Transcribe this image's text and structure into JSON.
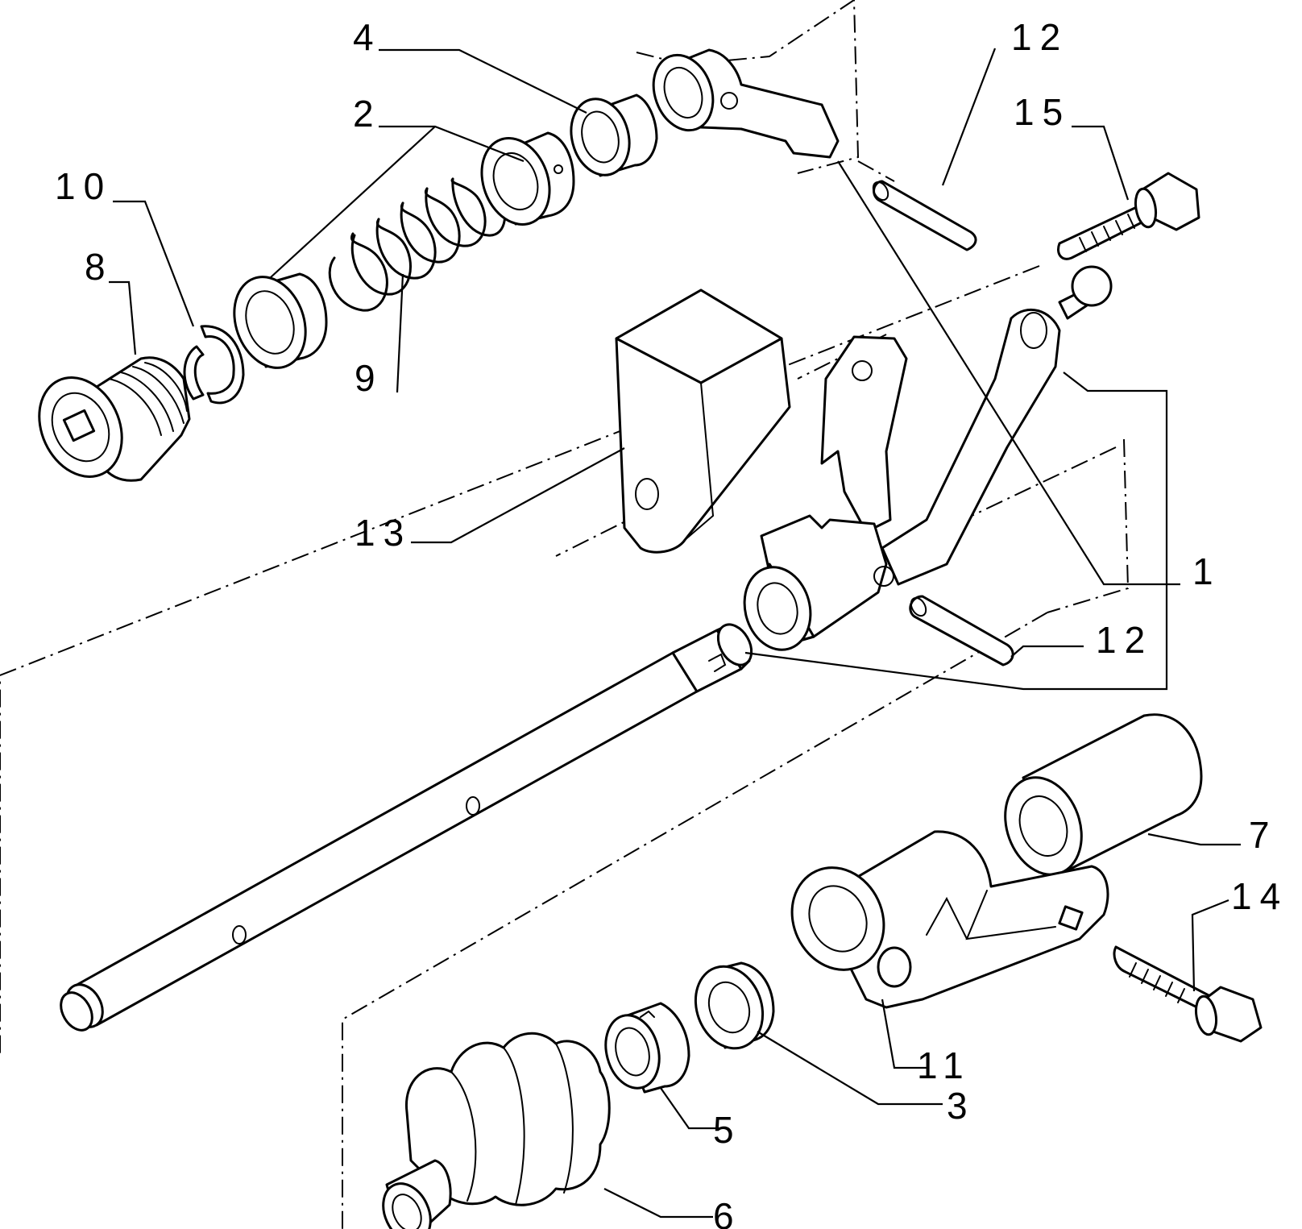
{
  "diagram": {
    "callouts": {
      "c1": "1",
      "c2": "2",
      "c3": "3",
      "c4": "4",
      "c5": "5",
      "c6": "6",
      "c7": "7",
      "c8": "8",
      "c9": "9",
      "c10": "10",
      "c11": "11",
      "c12a": "12",
      "c12b": "12",
      "c13": "13",
      "c14": "14",
      "c15": "15"
    }
  }
}
